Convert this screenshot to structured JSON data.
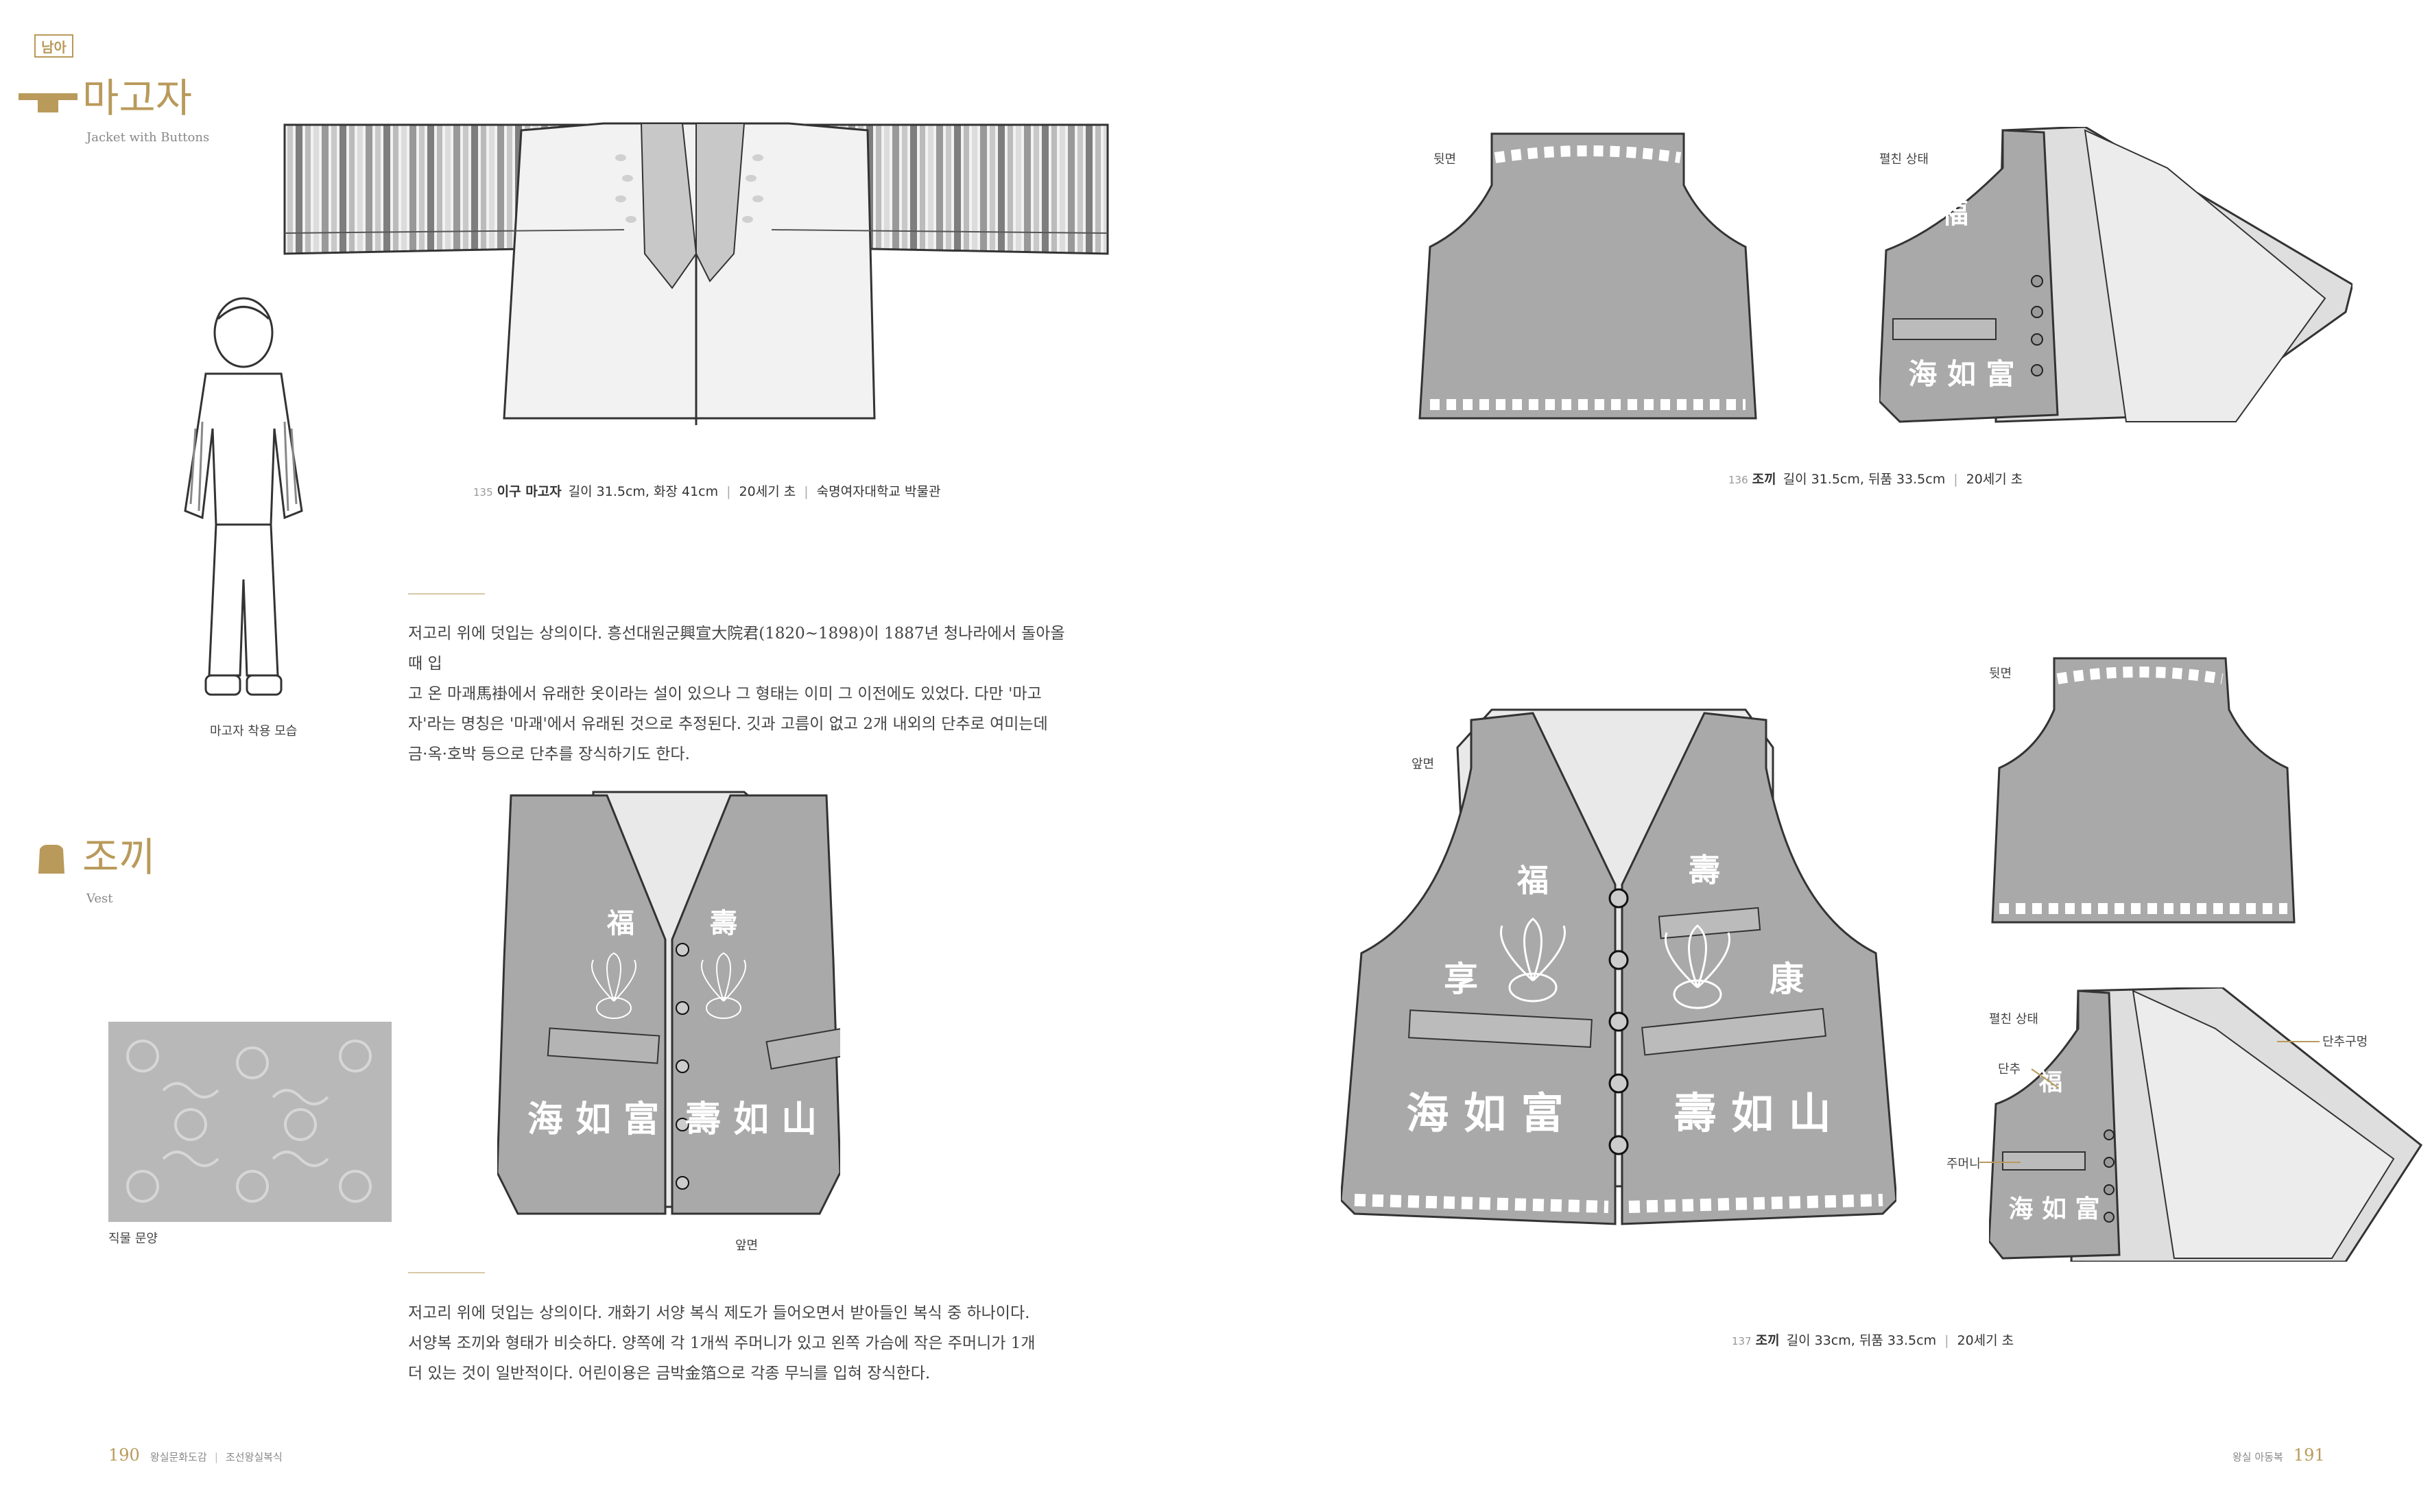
{
  "category_tag": "남아",
  "colors": {
    "accent": "#b99a5b",
    "garment_gray": "#a9a9a9",
    "light_gray": "#dddddd"
  },
  "sections": {
    "magoja": {
      "title_ko": "마고자",
      "title_en": "Jacket with Buttons",
      "icon": "jacket-icon",
      "figure_label": "마고자 착용 모습",
      "caption": {
        "num": "135",
        "name": "이구 마고자",
        "details": "길이 31.5cm, 화장 41cm",
        "era": "20세기 초",
        "source": "숙명여자대학교 박물관"
      },
      "body": [
        "저고리 위에 덧입는 상의이다. 흥선대원군興宣大院君(1820~1898)이 1887년 청나라에서 돌아올 때 입",
        "고 온 마괘馬褂에서 유래한 옷이라는 설이 있으나 그 형태는 이미 그 이전에도 있었다. 다만 '마고",
        "자'라는 명칭은 '마괘'에서 유래된 것으로 추정된다. 깃과 고름이 없고 2개 내외의 단추로 여미는데",
        "금·옥·호박 등으로 단추를 장식하기도 한다."
      ]
    },
    "jokki": {
      "title_ko": "조끼",
      "title_en": "Vest",
      "icon": "vest-icon",
      "fabric_label": "직물 문양",
      "front_label": "앞면",
      "body": [
        "저고리 위에 덧입는 상의이다. 개화기 서양 복식 제도가 들어오면서 받아들인 복식 중 하나이다.",
        "서양복 조끼와 형태가 비슷하다. 양쪽에 각 1개씩 주머니가 있고 왼쪽 가슴에 작은 주머니가 1개",
        "더 있는 것이 일반적이다. 어린이용은 금박金箔으로 각종 무늬를 입혀 장식한다."
      ],
      "vest_chars_left": "海 如 富",
      "vest_chars_right": "壽 如 山",
      "vest_small_left": "福",
      "vest_small_right": "壽"
    },
    "vest136": {
      "back_label": "뒷면",
      "open_label": "펼친 상태",
      "caption": {
        "num": "136",
        "name": "조끼",
        "details": "길이 31.5cm, 뒤품 33.5cm",
        "era": "20세기 초"
      },
      "chars_top": "福",
      "chars_bottom": "海 如 富"
    },
    "vest137": {
      "front_label": "앞면",
      "back_label": "뒷면",
      "open_label": "펼친 상태",
      "callout_button_loop": "단추구멍",
      "callout_button": "단추",
      "callout_pocket": "주머니",
      "caption": {
        "num": "137",
        "name": "조끼",
        "details": "길이 33cm, 뒤품 33.5cm",
        "era": "20세기 초"
      },
      "chars_upper_left": "福",
      "chars_upper_right": "壽",
      "chars_mid_left": "享",
      "chars_mid_right": "康",
      "chars_bottom_left": "海 如 富",
      "chars_bottom_right": "壽 如 山",
      "chars_open_top": "福",
      "chars_open_bottom": "海 如 富"
    }
  },
  "footer": {
    "left_page": "190",
    "left_book": "왕실문화도감",
    "left_sub": "조선왕실복식",
    "right_section": "왕실 아동복",
    "right_page": "191"
  }
}
